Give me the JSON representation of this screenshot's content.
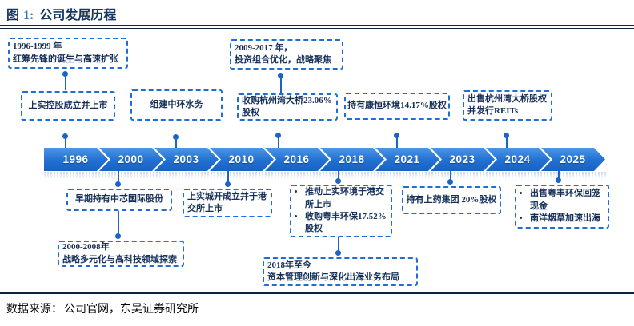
{
  "figure": {
    "label": "图",
    "number": "1:",
    "title": "公司发展历程"
  },
  "timeline": {
    "years": [
      "1996",
      "2000",
      "2003",
      "2010",
      "2016",
      "2018",
      "2021",
      "2023",
      "2024",
      "2025"
    ]
  },
  "boxes": {
    "era1": {
      "lines": [
        "1996-1999 年",
        "红筹先锋的诞生与高速扩张"
      ]
    },
    "listing": {
      "text": "上实控股成立并上市"
    },
    "water": {
      "text": "组建中环水务"
    },
    "era2": {
      "lines": [
        "2009-2017 年，",
        "投资组合优化，战略聚焦"
      ]
    },
    "bridge_buy": {
      "text": "收购杭州湾大桥23.06%股权"
    },
    "kangheng": {
      "text": "持有康恒环境14.17%股权"
    },
    "bridge_sell": {
      "lines": [
        "出售杭州湾大桥股权",
        "并发行REITs"
      ]
    },
    "smic": {
      "text": "早期持有中芯国际股份"
    },
    "era3": {
      "lines": [
        "2000-2008年",
        "战略多元化与高科技领域探索"
      ]
    },
    "urban_dev": {
      "text": "上实城开成立并于港交所上市"
    },
    "env_2018": {
      "bullets": [
        "推动上实环境于港交所上市",
        "收购粤丰环保17.52%股权"
      ]
    },
    "pharma": {
      "text": "持有上药集团 20%股权"
    },
    "sell_2025": {
      "bullets": [
        "出售粤丰环保回笼现金",
        "南洋烟草加速出海"
      ]
    },
    "era4": {
      "lines": [
        "2018年至今",
        "资本管理创新与深化出海业务布局"
      ]
    }
  },
  "footer": {
    "label": "数据来源：",
    "text": "公司官网，东吴证券研究所"
  },
  "colors": {
    "accent_blue": "#1e6fd1",
    "arrow_blue": "#2070d2",
    "title_navy": "#17365d",
    "number_blue": "#2e74b5"
  }
}
